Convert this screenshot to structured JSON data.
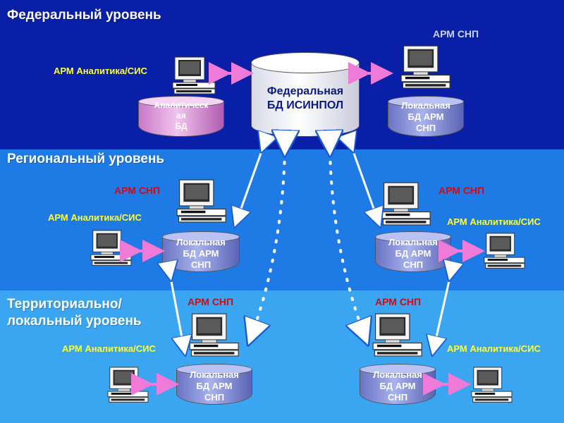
{
  "levels": {
    "federal": "Федеральный уровень",
    "regional": "Региональный уровень",
    "territorial": "Территориально/\nлокальный уровень"
  },
  "labels": {
    "analytics": "АРМ Аналитика/СИС",
    "snp": "АРМ СНП"
  },
  "databases": {
    "federal": "Федеральная\nБД ИСИНПОЛ",
    "analytic": "Аналитическ\nая\nБД",
    "local": "Локальная\nБД АРМ\nСНП"
  },
  "colors": {
    "federal_band": "#0a1fa8",
    "regional_band": "#1e7be6",
    "territorial_band": "#3aa6f2",
    "analytics_label": "#ffff33",
    "snp_label": "#d10a14",
    "link_arrow": "#f07ad8",
    "sync_arrow": "#ffffff"
  }
}
